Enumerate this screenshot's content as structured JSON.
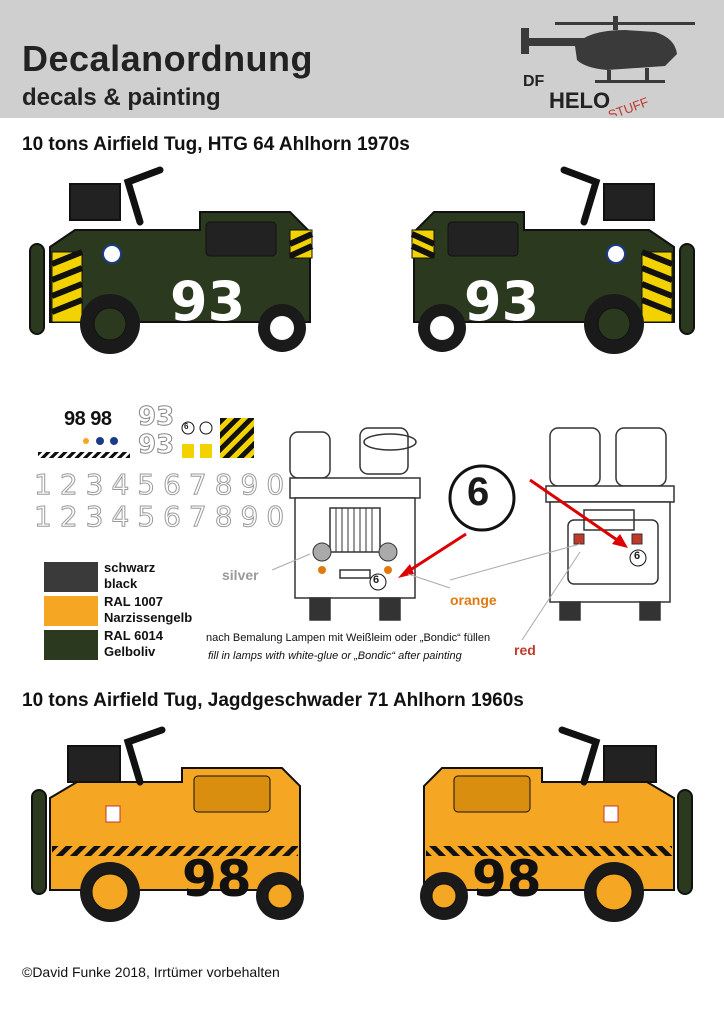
{
  "header": {
    "title": "Decalanordnung",
    "subtitle": "decals & painting",
    "logo": {
      "df": "DF",
      "helo": "HELO",
      "stuff": "STUFF"
    }
  },
  "section1": {
    "title": "10 tons Airfield Tug, HTG 64 Ahlhorn 1970s",
    "number": "93",
    "body_color": "#2b3a1f"
  },
  "decal_sheet": {
    "number_98": "98 98",
    "number_93_a": "93",
    "number_93_b": "93",
    "small_6": "6",
    "digits_row1": "1234567890",
    "digits_row2": "1234567890"
  },
  "legend": [
    {
      "de": "schwarz",
      "en": "black",
      "color": "#3a3a3a"
    },
    {
      "de": "RAL 1007",
      "en": "Narzissengelb",
      "color": "#f5a623"
    },
    {
      "de": "RAL 6014",
      "en": "Gelboliv",
      "color": "#2b3a1f"
    }
  ],
  "lamp_notes": {
    "silver": "silver",
    "orange": "orange",
    "red": "red",
    "circle_big": "6",
    "circle_small_front": "6",
    "circle_small_rear": "6",
    "de": "nach Bemalung Lampen mit Weißleim oder „Bondic“ füllen",
    "en": "fill in lamps with white-glue or „Bondic“ after painting"
  },
  "section2": {
    "title": "10 tons Airfield Tug, Jagdgeschwader 71 Ahlhorn 1960s",
    "number": "98",
    "body_color": "#f5a623"
  },
  "footer": {
    "copyright": "©David Funke 2018, Irrtümer vorbehalten"
  }
}
